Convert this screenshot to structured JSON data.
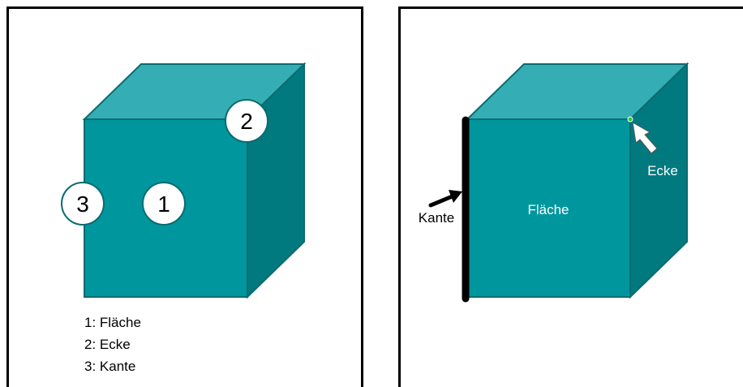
{
  "left_panel": {
    "markers": {
      "face": "1",
      "corner": "2",
      "edge": "3"
    },
    "legend": [
      "1: Fläche",
      "2: Ecke",
      "3: Kante"
    ]
  },
  "right_panel": {
    "labels": {
      "face": "Fläche",
      "corner": "Ecke",
      "edge": "Kante"
    }
  },
  "colors": {
    "cube_front": "#00969E",
    "cube_top": "#35ADB4",
    "cube_side": "#007A7F",
    "cube_outline": "#0A6B70",
    "edge_highlight": "#000000",
    "corner_highlight": "#22CC33"
  }
}
